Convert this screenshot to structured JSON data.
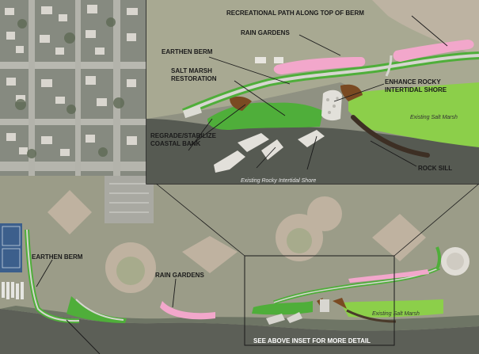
{
  "labels": {
    "recreational_path": "RECREATIONAL PATH ALONG TOP OF BERM",
    "rain_gardens_inset": "RAIN GARDENS",
    "earthen_berm_inset": "EARTHEN BERM",
    "salt_marsh_restoration_1": "SALT MARSH",
    "salt_marsh_restoration_2": "RESTORATION",
    "enhance_rocky_1": "ENHANCE ROCKY",
    "enhance_rocky_2": "INTERTIDAL SHORE",
    "regrade_1": "REGRADE/STABILIZE",
    "regrade_2": "COASTAL BANK",
    "rock_sill": "ROCK SILL",
    "existing_salt_marsh_inset": "Existing Salt Marsh",
    "existing_rocky_intertidal": "Existing Rocky Intertidal Shore",
    "earthen_berm_main": "EARTHEN BERM",
    "rain_gardens_main": "RAIN GARDENS",
    "existing_salt_marsh_main": "Existing Salt Marsh",
    "see_above": "SEE ABOVE INSET FOR MORE DETAIL"
  },
  "colors": {
    "berm_green": "#4fae3a",
    "marsh_green": "#8ccf4a",
    "path_gray": "#d6d6d0",
    "rain_garden_pink": "#f2a7cb",
    "rock_sill_brown": "#7a4a22",
    "water": "#555851",
    "callout_line": "#1a1a1a"
  }
}
